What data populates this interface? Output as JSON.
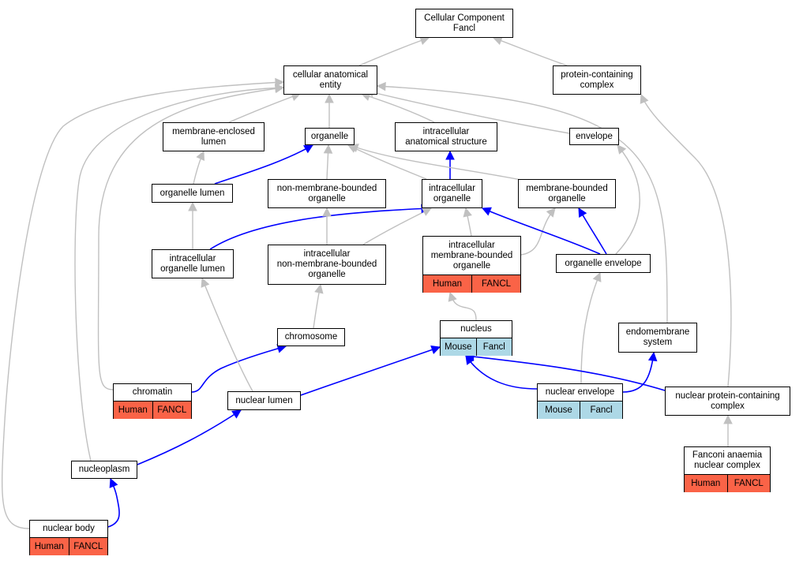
{
  "colors": {
    "is_a_edge": "#c0c0c0",
    "part_of_edge": "#0000ff",
    "human_annotation": "#fa6347",
    "mouse_annotation": "#add8e6"
  },
  "nodes": {
    "root": {
      "label": "Cellular Component\nFancl"
    },
    "cae": {
      "label": "cellular anatomical\nentity"
    },
    "pcc": {
      "label": "protein-containing\ncomplex"
    },
    "mel": {
      "label": "membrane-enclosed\nlumen"
    },
    "org": {
      "label": "organelle"
    },
    "ias": {
      "label": "intracellular\nanatomical structure"
    },
    "env": {
      "label": "envelope"
    },
    "olu": {
      "label": "organelle lumen"
    },
    "nmbo": {
      "label": "non-membrane-bounded\norganelle"
    },
    "io": {
      "label": "intracellular\norganelle"
    },
    "mbo": {
      "label": "membrane-bounded\norganelle"
    },
    "iol": {
      "label": "intracellular\norganelle lumen"
    },
    "inmbo": {
      "label": "intracellular\nnon-membrane-bounded\norganelle"
    },
    "imbo": {
      "label": "intracellular\nmembrane-bounded\norganelle",
      "species": "Human",
      "gene": "FANCL"
    },
    "oe": {
      "label": "organelle envelope"
    },
    "nuc": {
      "label": "nucleus",
      "species": "Mouse",
      "gene": "Fancl"
    },
    "ems": {
      "label": "endomembrane\nsystem"
    },
    "chr": {
      "label": "chromosome"
    },
    "cht": {
      "label": "chromatin",
      "species": "Human",
      "gene": "FANCL"
    },
    "nlu": {
      "label": "nuclear lumen"
    },
    "ne": {
      "label": "nuclear envelope",
      "species": "Mouse",
      "gene": "Fancl"
    },
    "npcc": {
      "label": "nuclear protein-containing\ncomplex"
    },
    "fanc": {
      "label": "Fanconi anaemia\nnuclear complex",
      "species": "Human",
      "gene": "FANCL"
    },
    "npl": {
      "label": "nucleoplasm"
    },
    "nb": {
      "label": "nuclear body",
      "species": "Human",
      "gene": "FANCL"
    }
  },
  "edges": [
    {
      "from": "cae",
      "to": "root",
      "type": "is_a"
    },
    {
      "from": "pcc",
      "to": "root",
      "type": "is_a"
    },
    {
      "from": "mel",
      "to": "cae",
      "type": "is_a"
    },
    {
      "from": "org",
      "to": "cae",
      "type": "is_a"
    },
    {
      "from": "ias",
      "to": "cae",
      "type": "is_a"
    },
    {
      "from": "env",
      "to": "cae",
      "type": "is_a"
    },
    {
      "from": "olu",
      "to": "mel",
      "type": "is_a"
    },
    {
      "from": "olu",
      "to": "org",
      "type": "part_of"
    },
    {
      "from": "nmbo",
      "to": "org",
      "type": "is_a"
    },
    {
      "from": "io",
      "to": "org",
      "type": "is_a"
    },
    {
      "from": "io",
      "to": "ias",
      "type": "part_of"
    },
    {
      "from": "mbo",
      "to": "org",
      "type": "is_a"
    },
    {
      "from": "iol",
      "to": "olu",
      "type": "is_a"
    },
    {
      "from": "iol",
      "to": "io",
      "type": "part_of"
    },
    {
      "from": "inmbo",
      "to": "nmbo",
      "type": "is_a"
    },
    {
      "from": "inmbo",
      "to": "io",
      "type": "is_a"
    },
    {
      "from": "imbo",
      "to": "io",
      "type": "is_a"
    },
    {
      "from": "imbo",
      "to": "mbo",
      "type": "is_a"
    },
    {
      "from": "oe",
      "to": "env",
      "type": "is_a"
    },
    {
      "from": "oe",
      "to": "io",
      "type": "part_of"
    },
    {
      "from": "oe",
      "to": "mbo",
      "type": "part_of"
    },
    {
      "from": "nuc",
      "to": "imbo",
      "type": "is_a"
    },
    {
      "from": "ems",
      "to": "cae",
      "type": "is_a"
    },
    {
      "from": "chr",
      "to": "inmbo",
      "type": "is_a"
    },
    {
      "from": "cht",
      "to": "cae",
      "type": "is_a"
    },
    {
      "from": "cht",
      "to": "chr",
      "type": "part_of"
    },
    {
      "from": "nlu",
      "to": "iol",
      "type": "is_a"
    },
    {
      "from": "nlu",
      "to": "nuc",
      "type": "part_of"
    },
    {
      "from": "ne",
      "to": "oe",
      "type": "is_a"
    },
    {
      "from": "ne",
      "to": "nuc",
      "type": "part_of"
    },
    {
      "from": "ne",
      "to": "ems",
      "type": "part_of"
    },
    {
      "from": "npcc",
      "to": "pcc",
      "type": "is_a"
    },
    {
      "from": "npcc",
      "to": "nuc",
      "type": "part_of"
    },
    {
      "from": "fanc",
      "to": "npcc",
      "type": "is_a"
    },
    {
      "from": "npl",
      "to": "cae",
      "type": "is_a"
    },
    {
      "from": "npl",
      "to": "nlu",
      "type": "part_of"
    },
    {
      "from": "nb",
      "to": "cae",
      "type": "is_a"
    },
    {
      "from": "nb",
      "to": "npl",
      "type": "part_of"
    }
  ]
}
